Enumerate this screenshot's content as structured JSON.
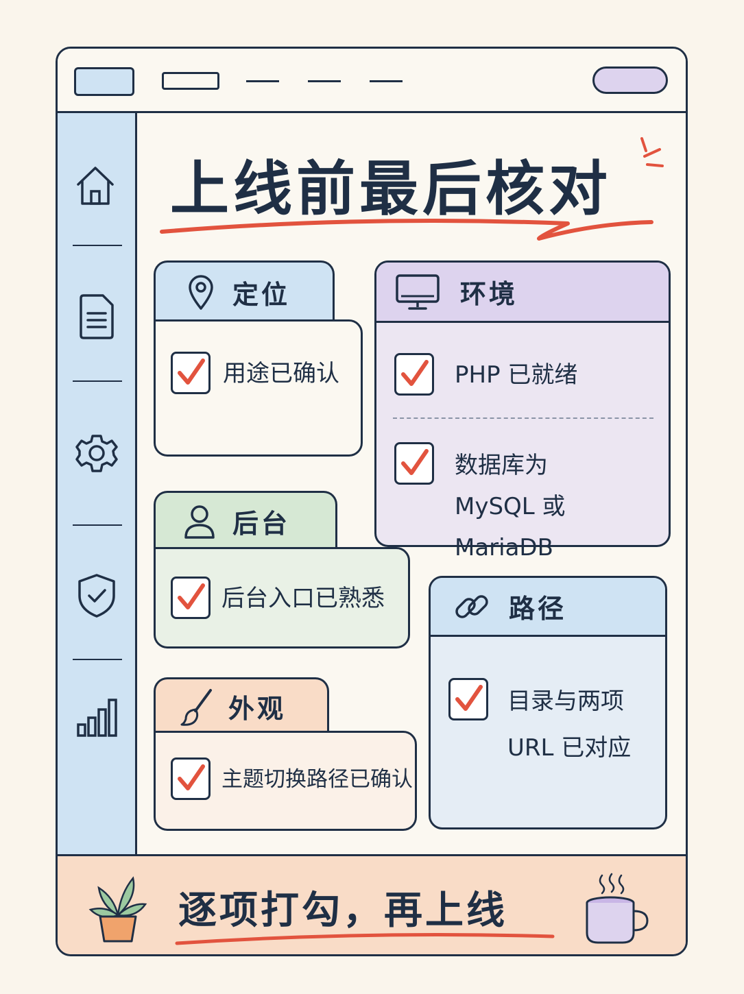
{
  "title": "上线前最后核对",
  "sections": {
    "positioning": {
      "title": "定位",
      "items": [
        "用途已确认"
      ]
    },
    "environment": {
      "title": "环境",
      "items": [
        "PHP 已就绪",
        "数据库为",
        "MySQL 或 MariaDB"
      ]
    },
    "backend": {
      "title": "后台",
      "items": [
        "后台入口已熟悉"
      ]
    },
    "path": {
      "title": "路径",
      "items": [
        "目录与两项",
        "URL 已对应"
      ]
    },
    "appearance": {
      "title": "外观",
      "items": [
        "主题切换路径已确认"
      ]
    }
  },
  "footer": {
    "text": "逐项打勾，再上线"
  },
  "colors": {
    "ink": "#1f2f45",
    "accent_red": "#e2533e",
    "blue": "#cfe3f3",
    "purple": "#ddd3ee",
    "green": "#d6e8d4",
    "orange": "#f9dcc7"
  },
  "icons": {
    "sidebar": [
      "home-icon",
      "document-icon",
      "gear-icon",
      "shield-check-icon",
      "bar-chart-icon"
    ],
    "sections": [
      "location-pin-icon",
      "monitor-icon",
      "user-icon",
      "link-icon",
      "paintbrush-icon"
    ],
    "footer": [
      "plant-icon",
      "coffee-cup-icon"
    ]
  }
}
